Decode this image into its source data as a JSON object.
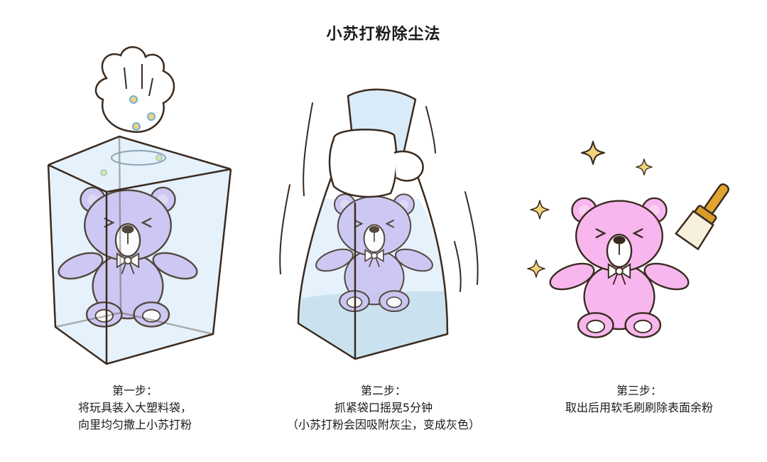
{
  "title": "小苏打粉除尘法",
  "steps": [
    {
      "heading": "第一步：",
      "lines": [
        "将玩具装入大塑料袋，",
        "向里均匀撒上小苏打粉"
      ]
    },
    {
      "heading": "第二步：",
      "lines": [
        "抓紧袋口摇晃5分钟",
        "（小苏打粉会因吸附灰尘，变成灰色）"
      ]
    },
    {
      "heading": "第三步：",
      "lines": [
        "取出后用软毛刷刷除表面余粉"
      ]
    }
  ],
  "colors": {
    "bag_fill": "#cfe6f7",
    "bag_stroke": "#3a2a1e",
    "bear_purple": "#c9c2f2",
    "bear_pink": "#f7b6ee",
    "sparkle": "#f2d27a",
    "brush_handle": "#e2a431",
    "glove": "#ffffff"
  },
  "icons": [
    "glove-hand-icon",
    "teddy-bear-icon",
    "plastic-bag-icon",
    "brush-icon",
    "sparkle-icon"
  ]
}
